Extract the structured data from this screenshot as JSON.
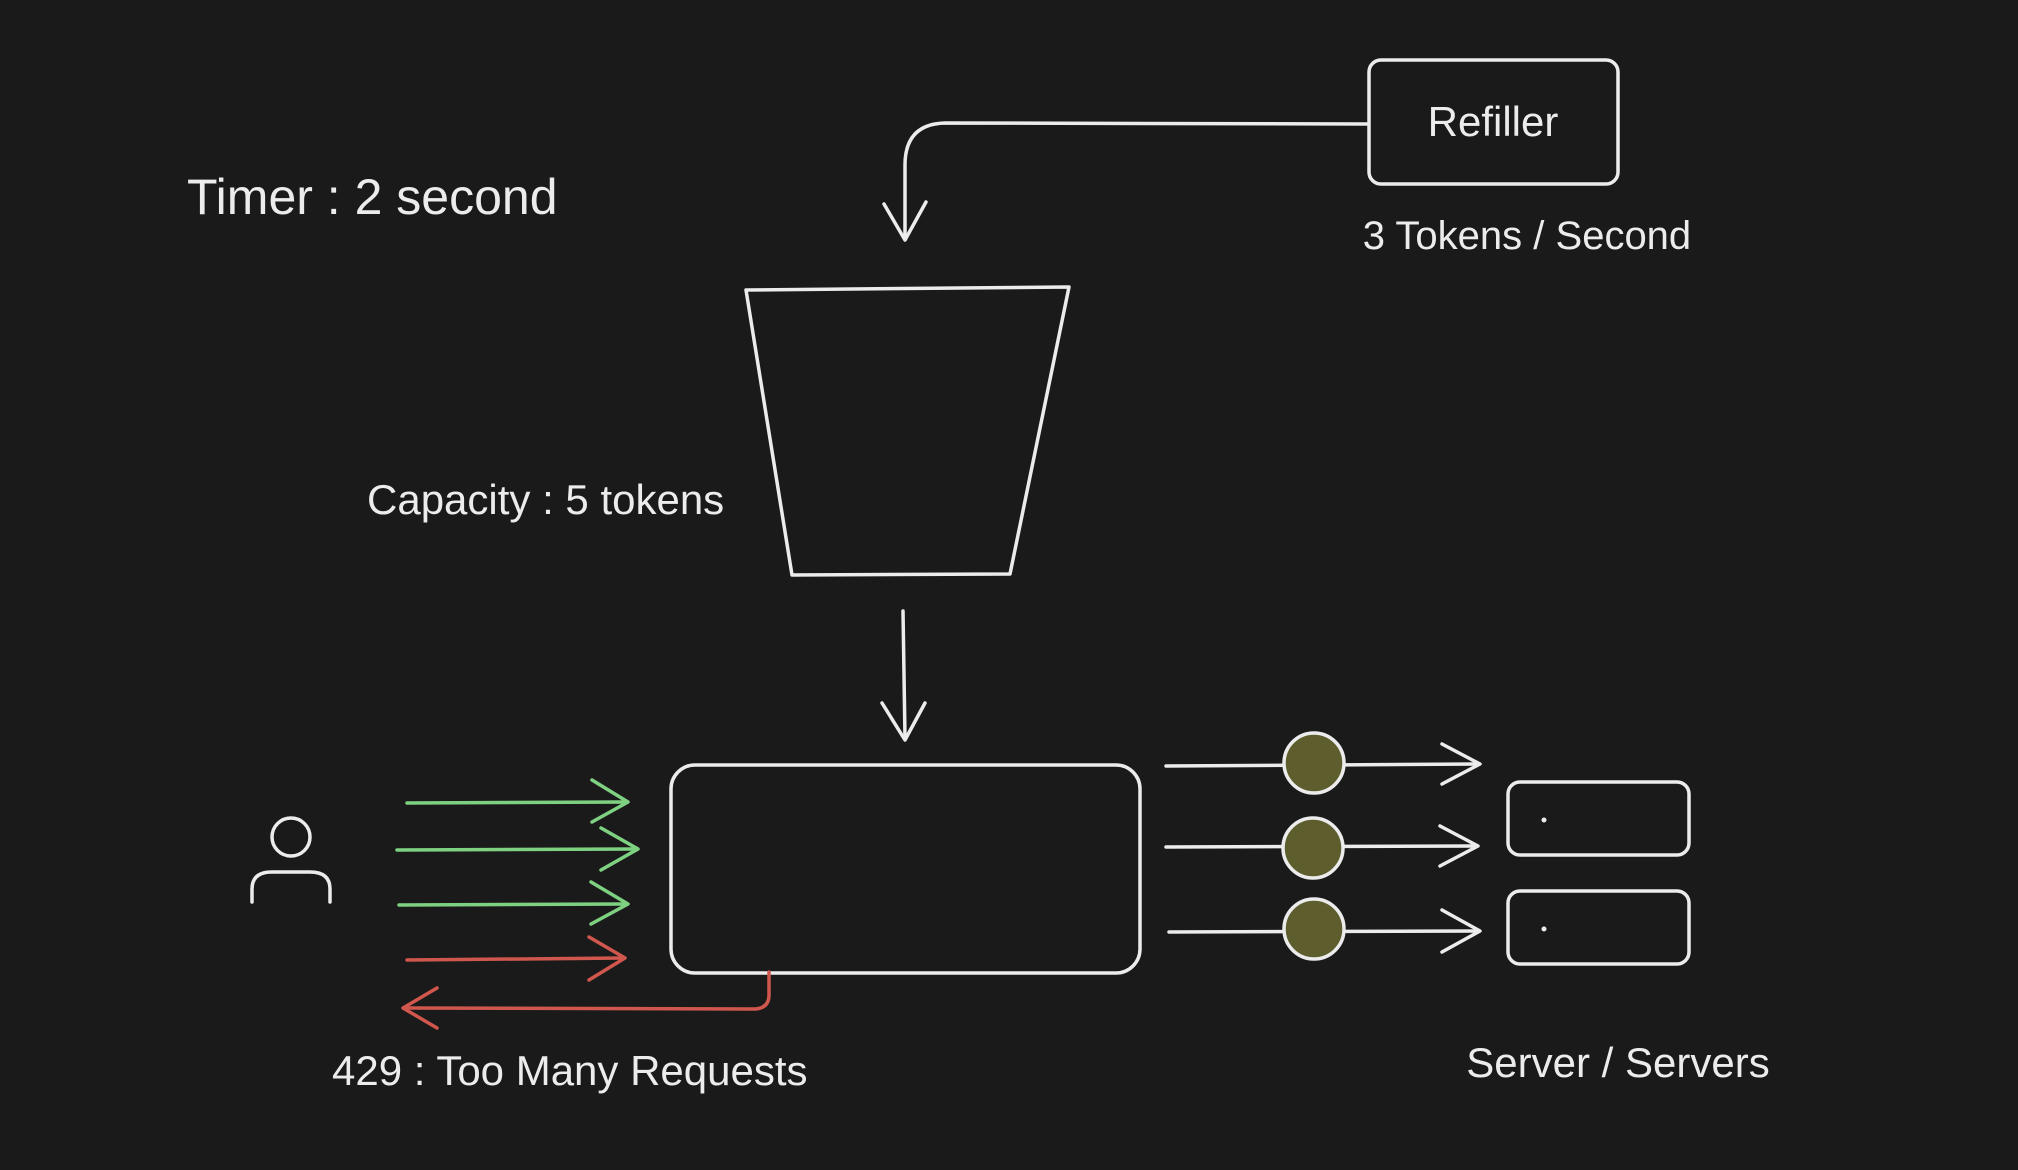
{
  "labels": {
    "timer": "Timer :  2 second",
    "refiller": "Refiller",
    "refill_rate": "3 Tokens / Second",
    "capacity": "Capacity : 5 tokens",
    "rejected": "429 : Too Many Requests",
    "servers": "Server / Servers"
  },
  "colors": {
    "background": "#1a1a1a",
    "stroke": "#ececec",
    "accepted": "#7fd182",
    "rejected": "#d0574d",
    "token_fill": "#5d5d2e"
  },
  "icons": {
    "client": "user-icon"
  }
}
